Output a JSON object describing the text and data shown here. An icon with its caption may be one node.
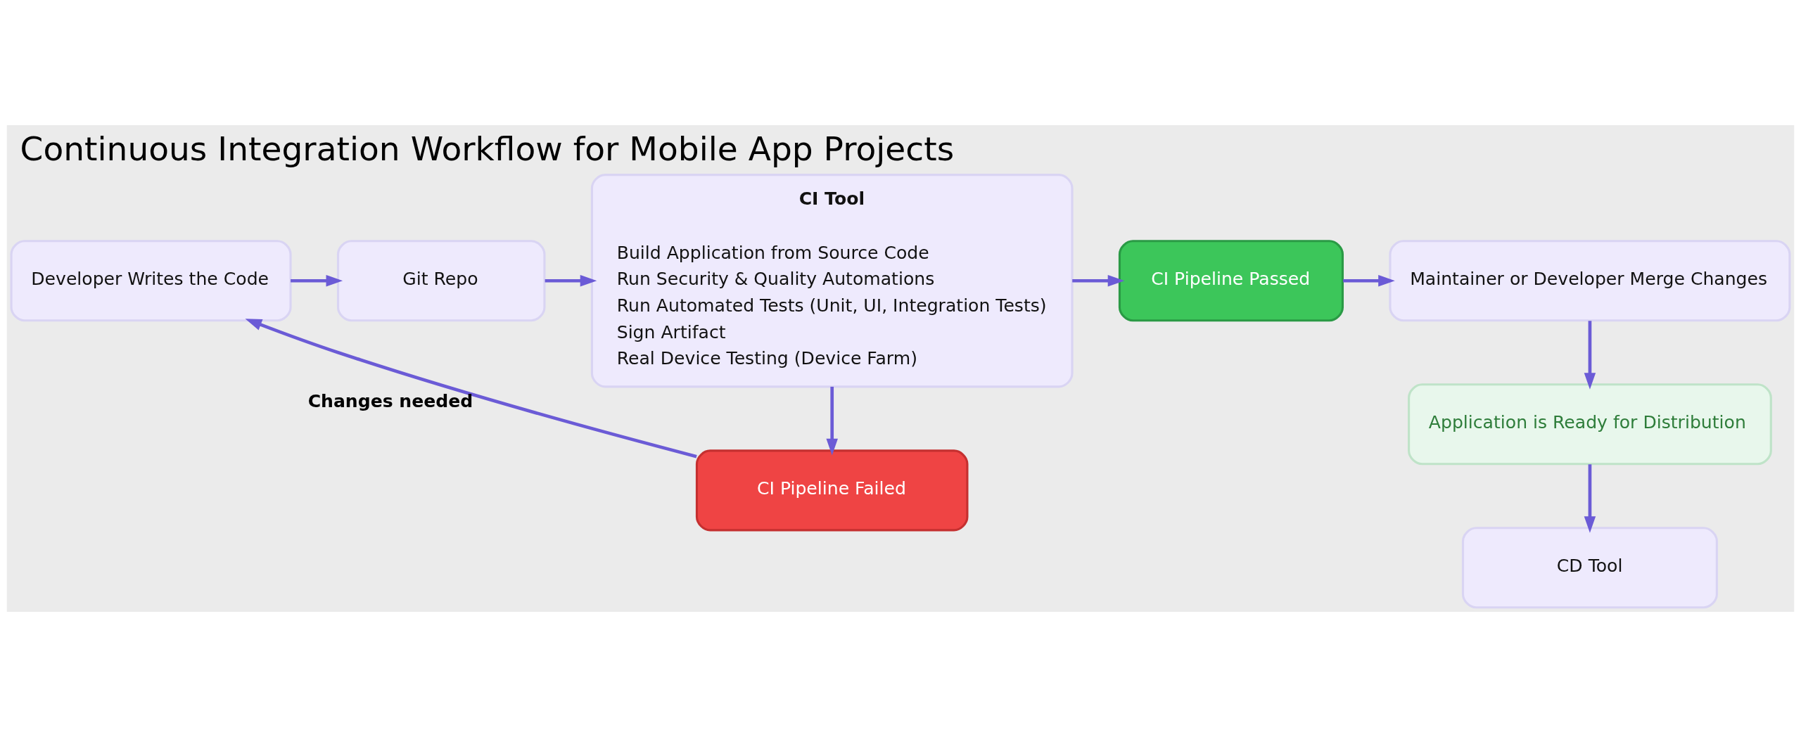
{
  "diagram": {
    "title": "Continuous Integration Workflow for Mobile App Projects",
    "nodes": [
      {
        "text": [
          "Developer Writes the Code"
        ]
      },
      {
        "text": [
          "Git Repo"
        ]
      },
      {
        "text": [
          "CI Tool",
          "Build Application from Source Code",
          "Run Security & Quality Automations",
          "Run Automated Tests (Unit, UI, Integration Tests)",
          "Sign Artifact",
          "Real Device Testing (Device Farm)"
        ]
      },
      {
        "text": [
          "CI Pipeline Passed"
        ]
      },
      {
        "text": [
          "Maintainer or Developer Merge Changes"
        ]
      },
      {
        "text": [
          "Application is Ready for Distribution"
        ]
      },
      {
        "text": [
          "CD Tool"
        ]
      },
      {
        "text": [
          "CI Pipeline Failed"
        ]
      }
    ],
    "edges": [
      {
        "from": 0,
        "to": 1,
        "arrow": "to"
      },
      {
        "from": 1,
        "to": 2,
        "arrow": "to"
      },
      {
        "from": 2,
        "to": 3,
        "arrow": "to"
      },
      {
        "from": 3,
        "to": 4,
        "arrow": "to"
      },
      {
        "from": 4,
        "to": 5,
        "arrow": "to"
      },
      {
        "from": 5,
        "to": 6,
        "arrow": "to"
      },
      {
        "from": 2,
        "to": 7,
        "arrow": "to"
      },
      {
        "from": 7,
        "to": 0,
        "arrow": "to",
        "label": "Changes needed"
      }
    ]
  }
}
